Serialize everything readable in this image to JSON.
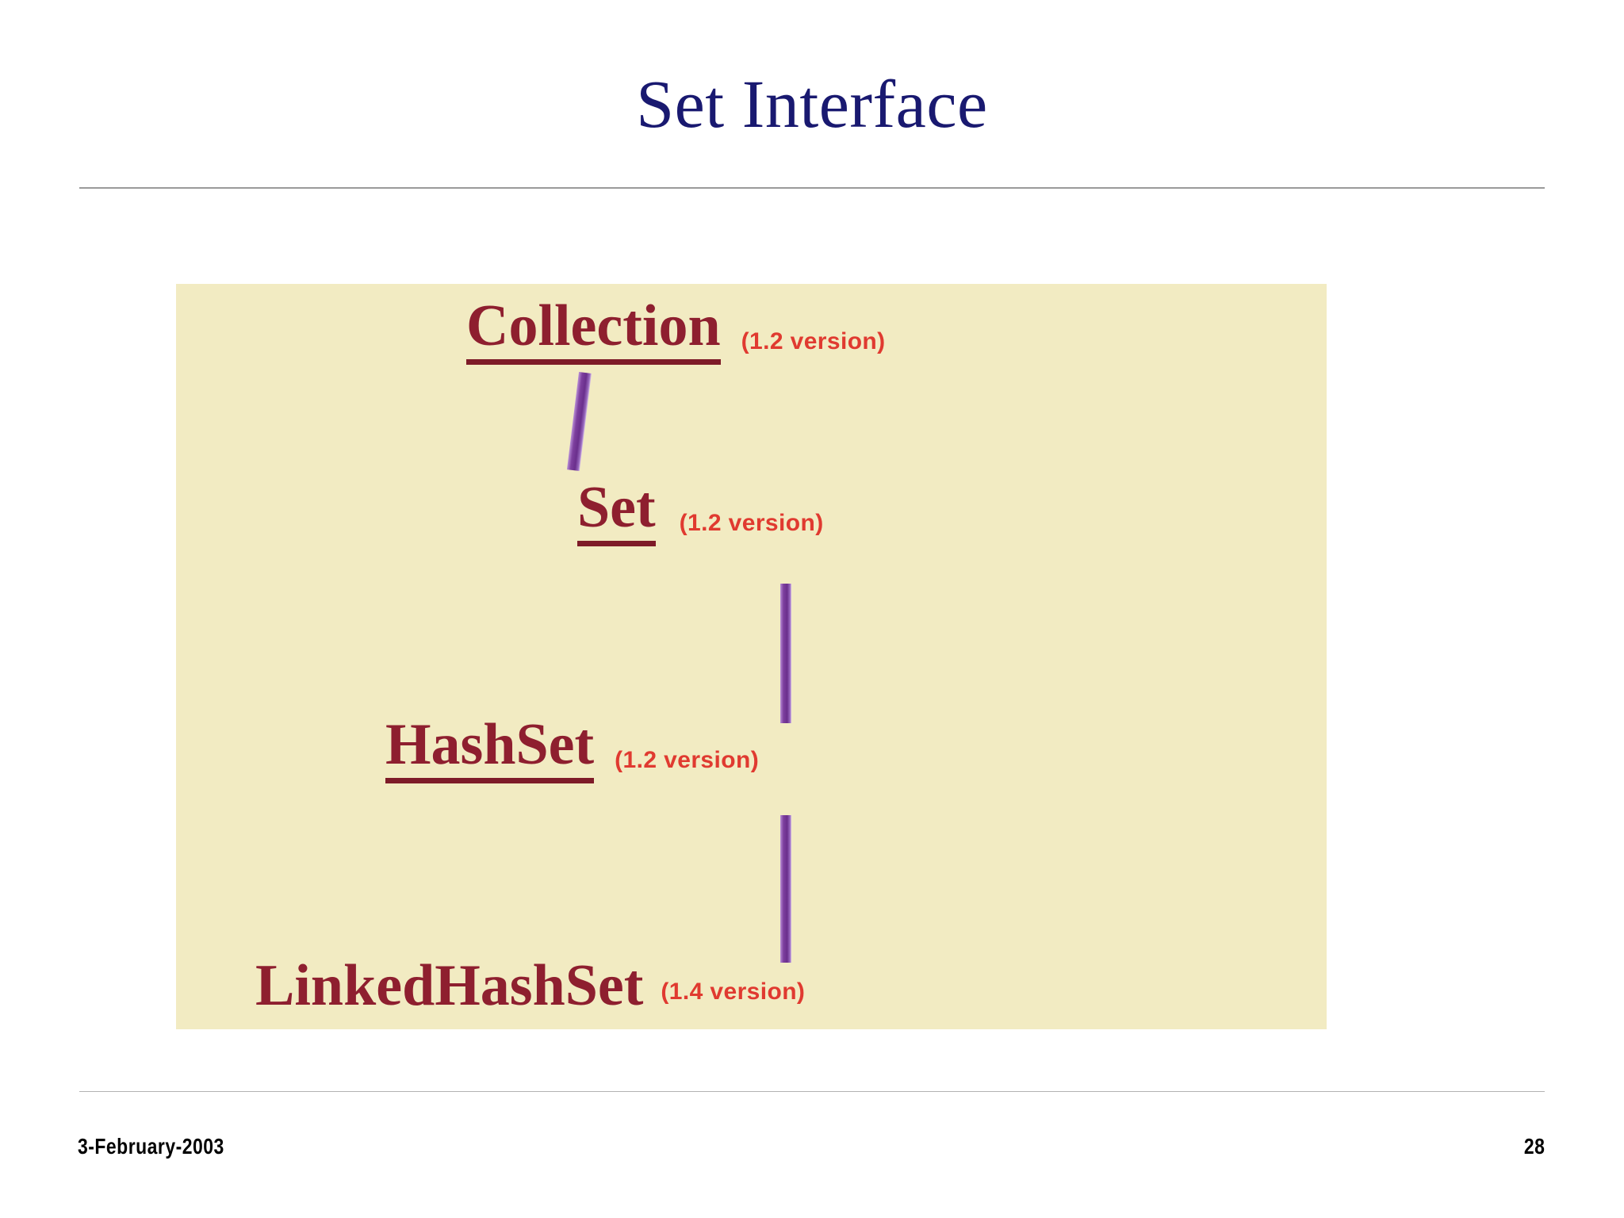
{
  "slide": {
    "title": "Set Interface",
    "title_color": "#191970",
    "background": "#ffffff"
  },
  "diagram": {
    "panel_color": "#F2EBC2",
    "node_color": "#8E1F2F",
    "version_color": "#E03A30",
    "connector_color": "#7d3f9e",
    "nodes": [
      {
        "name": "Collection",
        "version": "(1.2 version)",
        "underlined": true
      },
      {
        "name": "Set",
        "version": "(1.2 version)",
        "underlined": true
      },
      {
        "name": "HashSet",
        "version": "(1.2 version)",
        "underlined": true
      },
      {
        "name": "LinkedHashSet",
        "version": "(1.4 version)",
        "underlined": false
      }
    ],
    "connectors": [
      {
        "from": "Collection",
        "to": "Set"
      },
      {
        "from": "Set",
        "to": "HashSet"
      },
      {
        "from": "HashSet",
        "to": "LinkedHashSet"
      }
    ]
  },
  "footer": {
    "date": "3-February-2003",
    "page_number": "28"
  }
}
